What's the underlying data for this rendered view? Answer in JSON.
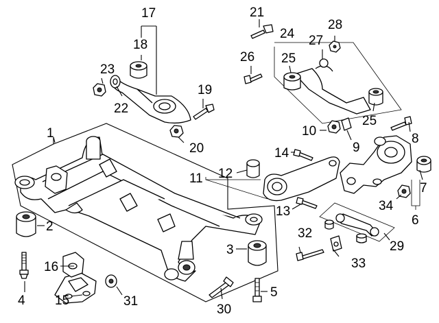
{
  "callouts": [
    {
      "n": "1",
      "text": "1"
    },
    {
      "n": "2",
      "text": "2"
    },
    {
      "n": "3",
      "text": "3"
    },
    {
      "n": "4",
      "text": "4"
    },
    {
      "n": "5",
      "text": "5"
    },
    {
      "n": "6",
      "text": "6"
    },
    {
      "n": "7",
      "text": "7"
    },
    {
      "n": "8",
      "text": "8"
    },
    {
      "n": "9",
      "text": "9"
    },
    {
      "n": "10",
      "text": "10"
    },
    {
      "n": "11",
      "text": "11"
    },
    {
      "n": "12",
      "text": "12"
    },
    {
      "n": "13",
      "text": "13"
    },
    {
      "n": "14",
      "text": "14"
    },
    {
      "n": "15",
      "text": "15"
    },
    {
      "n": "16",
      "text": "16"
    },
    {
      "n": "17",
      "text": "17"
    },
    {
      "n": "18",
      "text": "18"
    },
    {
      "n": "19",
      "text": "19"
    },
    {
      "n": "20",
      "text": "20"
    },
    {
      "n": "21",
      "text": "21"
    },
    {
      "n": "22",
      "text": "22"
    },
    {
      "n": "23",
      "text": "23"
    },
    {
      "n": "24",
      "text": "24"
    },
    {
      "n": "25a",
      "text": "25"
    },
    {
      "n": "25b",
      "text": "25"
    },
    {
      "n": "26",
      "text": "26"
    },
    {
      "n": "27",
      "text": "27"
    },
    {
      "n": "28",
      "text": "28"
    },
    {
      "n": "29",
      "text": "29"
    },
    {
      "n": "30",
      "text": "30"
    },
    {
      "n": "31",
      "text": "31"
    },
    {
      "n": "32",
      "text": "32"
    },
    {
      "n": "33",
      "text": "33"
    },
    {
      "n": "34",
      "text": "34"
    }
  ]
}
